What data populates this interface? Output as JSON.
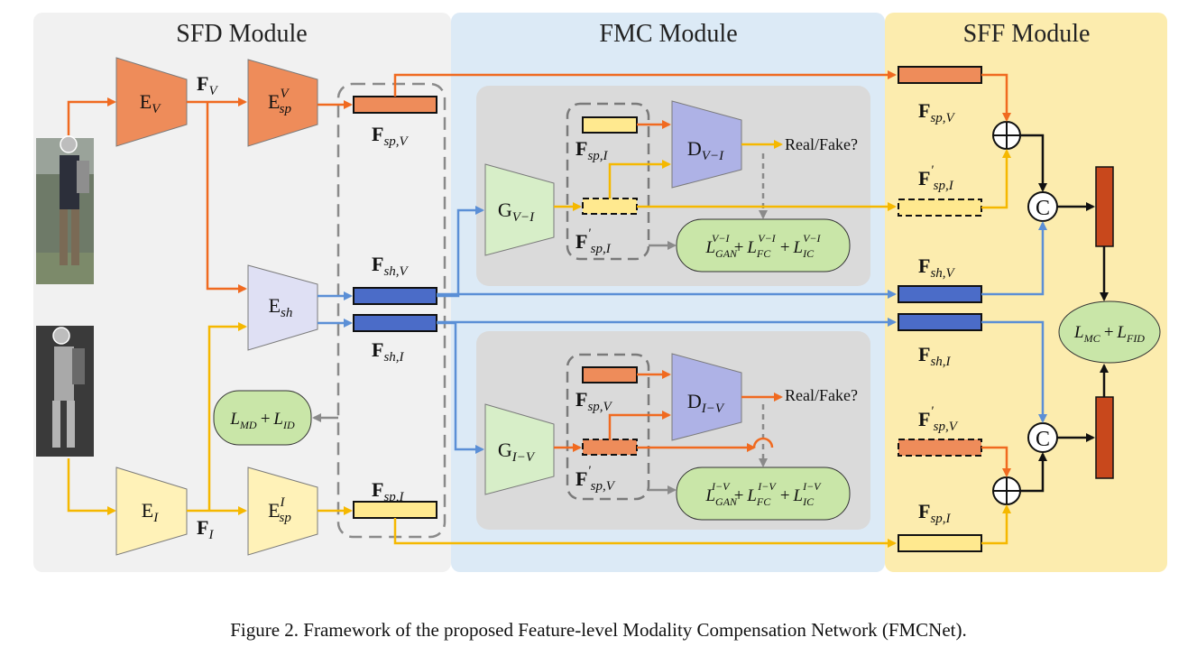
{
  "modules": {
    "sfd": "SFD Module",
    "fmc": "FMC Module",
    "sff": "SFF Module"
  },
  "labels": {
    "F": "F",
    "E": "E",
    "G": "G",
    "D": "D",
    "L": "L",
    "plus": "+",
    "concat": "C",
    "real_fake": "Real/Fake?",
    "sub_V": "V",
    "sub_I": "I",
    "sub_sh": "sh",
    "sub_spV": "sp,V",
    "sub_spI": "sp,I",
    "sub_shV": "sh,V",
    "sub_shI": "sh,I",
    "sub_sp": "sp",
    "sup_V": "V",
    "sup_I": "I",
    "sub_VI": "V−I",
    "sub_IV": "I−V",
    "prime": "'",
    "sub_GAN": "GAN",
    "sub_FC": "FC",
    "sub_IC": "IC",
    "sub_MD": "MD",
    "sub_ID": "ID",
    "sub_MC": "MC",
    "sub_FID": "FID",
    "sup_VI": "V−I",
    "sup_IV": "I−V"
  },
  "colors": {
    "visible": "#ee8c5a",
    "infrared": "#ffe98f",
    "shared": "#4b6cc8",
    "arrow_orange": "#f06a20",
    "arrow_yellow": "#f5b800",
    "arrow_blue": "#5b8fd6",
    "arrow_gray": "#8a8a8a",
    "sfd_bg": "#f1f1f1",
    "fmc_bg": "#dceaf6",
    "sff_bg": "#fcecae",
    "loss_fill": "#c9e6a8",
    "dark_bar": "#c8481c"
  },
  "caption": "Figure 2. Framework of the proposed Feature-level Modality Compensation Network (FMCNet)."
}
